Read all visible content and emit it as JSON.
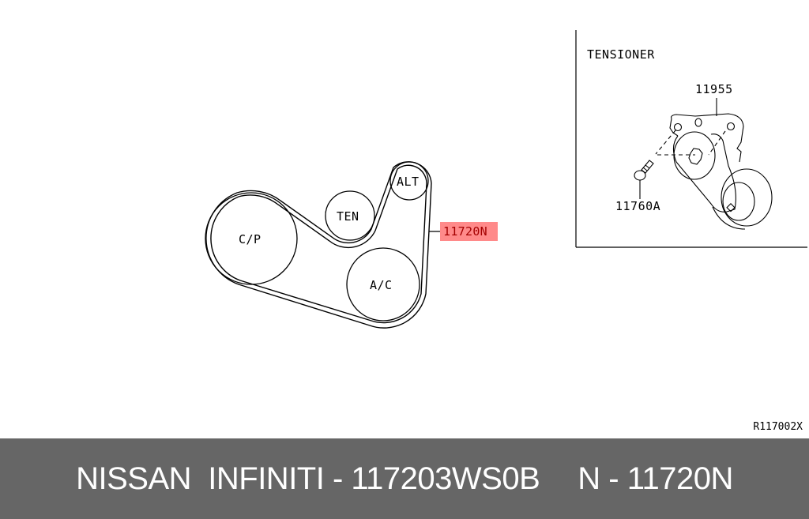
{
  "diagram": {
    "type": "belt-routing-diagram",
    "pulleys": [
      {
        "id": "cp",
        "label": "C/P"
      },
      {
        "id": "ten",
        "label": "TEN"
      },
      {
        "id": "alt",
        "label": "ALT"
      },
      {
        "id": "ac",
        "label": "A/C"
      }
    ],
    "belt_callout": "11720N",
    "highlight_color": "#ff8a8a"
  },
  "inset": {
    "title": "TENSIONER",
    "parts": [
      {
        "id": "tensioner",
        "label": "11955"
      },
      {
        "id": "bolt",
        "label": "11760A"
      }
    ]
  },
  "reference_code": "R117002X",
  "footer": {
    "brand_part": "NISSAN  INFINITI - 117203WS0B",
    "ref_part": "N - 11720N",
    "background": "#666666"
  }
}
